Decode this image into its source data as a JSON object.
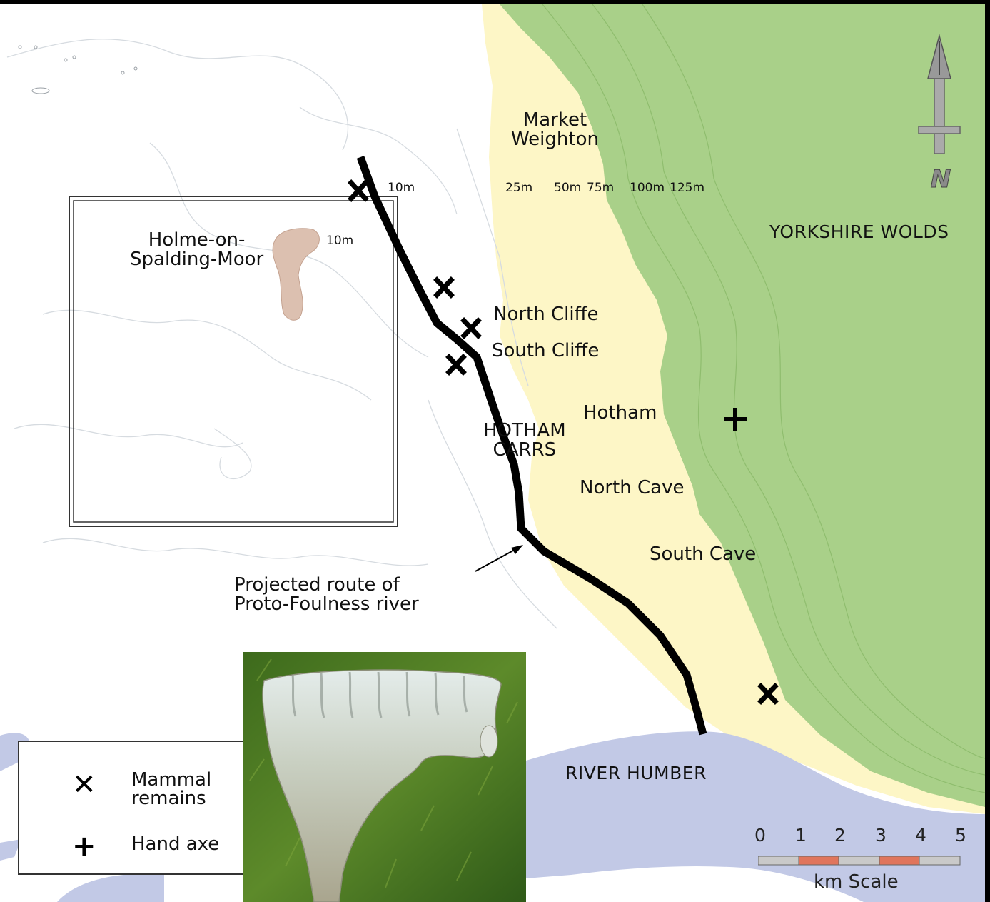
{
  "places": {
    "market_weighton": "Market\nWeighton",
    "holme": "Holme-on-\nSpalding-Moor",
    "north_cliffe": "North Cliffe",
    "south_cliffe": "South Cliffe",
    "hotham": "Hotham",
    "hotham_carrs": "HOTHAM\nCARRS",
    "north_cave": "North Cave",
    "south_cave": "South Cave",
    "yorkshire_wolds": "YORKSHIRE WOLDS",
    "river_humber": "RIVER HUMBER"
  },
  "contours": {
    "c10_a": "10m",
    "c10_b": "10m",
    "c25": "25m",
    "c50": "50m",
    "c75": "75m",
    "c100": "100m",
    "c125": "125m"
  },
  "annotation": "Projected route of\nProto-Foulness river",
  "legend": {
    "mammal_symbol": "✕",
    "mammal_label": "Mammal\nremains",
    "handaxe_symbol": "+",
    "handaxe_label": "Hand axe"
  },
  "scale": {
    "ticks": [
      "0",
      "1",
      "2",
      "3",
      "4",
      "5"
    ],
    "caption": "km Scale"
  },
  "north_arrow_letter": "N",
  "colors": {
    "wolds_green": "#a9d089",
    "lowland_yellow": "#fdf6c6",
    "river_blue": "#c2c9e6",
    "holme_hill": "#dcc0b0",
    "route_black": "#000000"
  }
}
